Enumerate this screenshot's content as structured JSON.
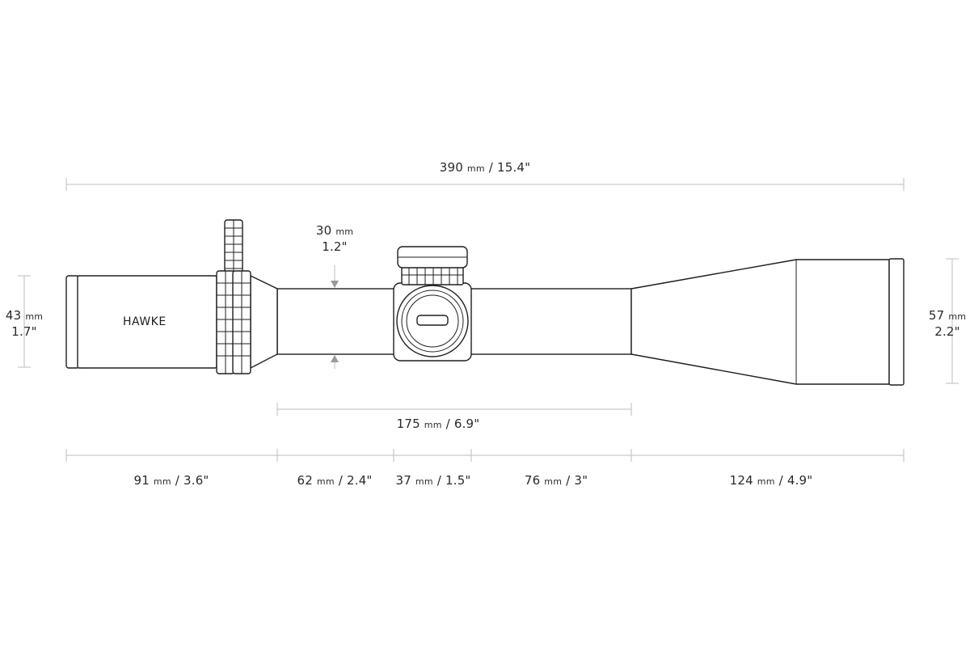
{
  "brand": "HAWKE",
  "overall_length": {
    "mm": "390",
    "unit": "mm",
    "inch": "15.4\""
  },
  "tube_diameter": {
    "mm": "30",
    "unit": "mm",
    "inch": "1.2\""
  },
  "eyepiece_diameter": {
    "mm": "43",
    "unit": "mm",
    "inch": "1.7\""
  },
  "objective_diameter": {
    "mm": "57",
    "unit": "mm",
    "inch": "2.2\""
  },
  "mounting_length": {
    "mm": "175",
    "unit": "mm",
    "inch": "6.9\""
  },
  "segments": [
    {
      "mm": "91",
      "unit": "mm",
      "inch": "3.6\""
    },
    {
      "mm": "62",
      "unit": "mm",
      "inch": "2.4\""
    },
    {
      "mm": "37",
      "unit": "mm",
      "inch": "1.5\""
    },
    {
      "mm": "76",
      "unit": "mm",
      "inch": "3\""
    },
    {
      "mm": "124",
      "unit": "mm",
      "inch": "4.9\""
    }
  ],
  "colors": {
    "line": "#1e1e1e",
    "dimension": "#bdbdbd",
    "text": "#2a2a2a"
  }
}
